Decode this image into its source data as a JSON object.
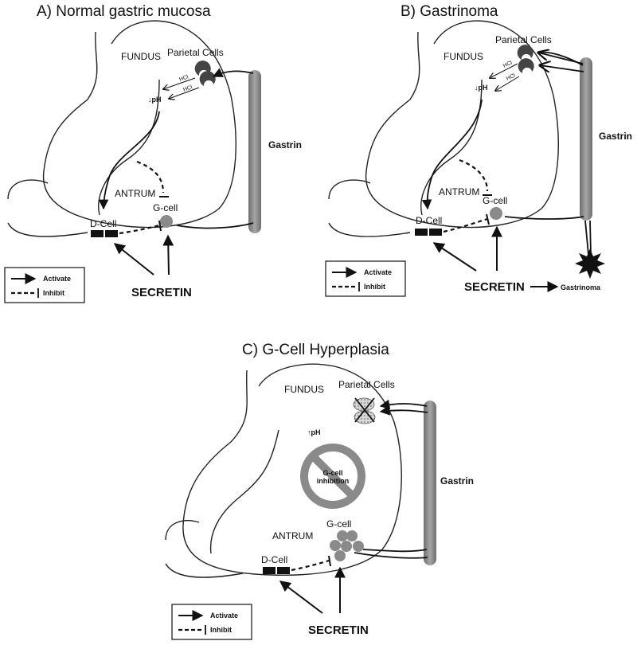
{
  "panels": {
    "a": {
      "title": "A) Normal gastric mucosa",
      "fundus": "FUNDUS",
      "parietal": "Parietal Cells",
      "hcl_1": "HCl",
      "hcl_2": "HCl",
      "ph": "↓pH",
      "antrum": "ANTRUM",
      "dcell": "D-Cell",
      "gcell": "G-cell",
      "gastrin": "Gastrin",
      "secretin": "SECRETIN"
    },
    "b": {
      "title": "B) Gastrinoma",
      "fundus": "FUNDUS",
      "parietal": "Parietal Cells",
      "hcl_1": "HCl",
      "hcl_2": "HCl",
      "ph": "↓pH",
      "antrum": "ANTRUM",
      "dcell": "D-Cell",
      "gcell": "G-cell",
      "gastrin": "Gastrin",
      "secretin": "SECRETIN",
      "gastrinoma": "Gastrinoma"
    },
    "c": {
      "title": "C) G-Cell Hyperplasia",
      "fundus": "FUNDUS",
      "parietal": "Parietal Cells",
      "ph": "↑pH",
      "inhibition_1": "G-cell",
      "inhibition_2": "inhibition",
      "antrum": "ANTRUM",
      "dcell": "D-Cell",
      "gcell": "G-cell",
      "gastrin": "Gastrin",
      "secretin": "SECRETIN"
    }
  },
  "legend": {
    "activate": "Activate",
    "inhibit": "Inhibit"
  },
  "colors": {
    "vessel": "#8c8c8c",
    "gcell": "#8a8a8a",
    "dcell": "#111111",
    "parietal": "#444444"
  }
}
